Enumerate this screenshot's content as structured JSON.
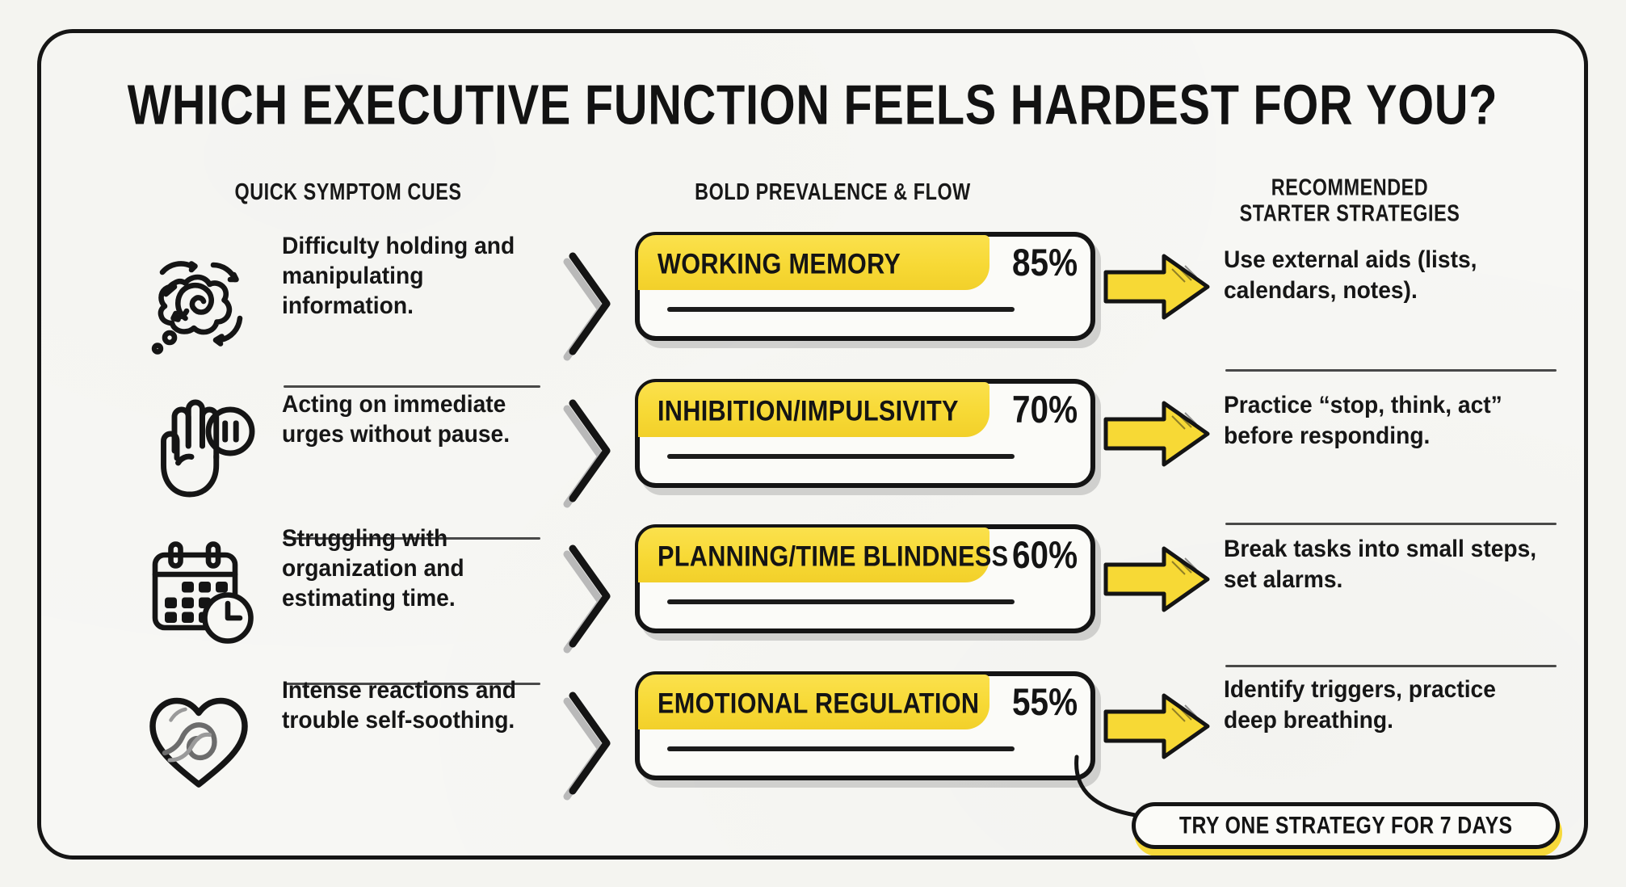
{
  "board": {
    "title": "WHICH EXECUTIVE FUNCTION FEELS HARDEST FOR YOU?",
    "accent_color": "#f6d93a",
    "ink_color": "#141414",
    "paper_color": "#f7f7f4"
  },
  "columns": {
    "cues_header": "QUICK SYMPTOM CUES",
    "prevalence_header": "BOLD PREVALENCE & FLOW",
    "strategies_header_line1": "RECOMMENDED",
    "strategies_header_line2": "STARTER STRATEGIES"
  },
  "chart_data": {
    "type": "bar",
    "title": "WHICH EXECUTIVE FUNCTION FEELS HARDEST FOR YOU?",
    "xlabel": "",
    "ylabel": "",
    "categories": [
      "WORKING MEMORY",
      "INHIBITION/IMPULSIVITY",
      "PLANNING/TIME BLINDNESS",
      "EMOTIONAL REGULATION"
    ],
    "values": [
      85,
      70,
      60,
      55
    ],
    "value_labels": [
      "85%",
      "70%",
      "60%",
      "55%"
    ],
    "unit": "%",
    "orientation": "horizontal",
    "grid": false,
    "legend": "none",
    "xlim": [
      0,
      100
    ]
  },
  "rows": [
    {
      "icon": "thought-cloud-spiral-icon",
      "cue": "Difficulty holding and manipulating information.",
      "label": "WORKING MEMORY",
      "percent_label": "85%",
      "percent_value": 85,
      "fill_ratio": 0.78,
      "strategy": "Use external aids (lists, calendars, notes)."
    },
    {
      "icon": "hand-pause-icon",
      "cue": "Acting on immediate urges without pause.",
      "label": "INHIBITION/IMPULSIVITY",
      "percent_label": "70%",
      "percent_value": 70,
      "fill_ratio": 0.78,
      "strategy": "Practice “stop, think, act” before responding."
    },
    {
      "icon": "calendar-clock-icon",
      "cue": "Struggling with organization and estimating time.",
      "label": "PLANNING/TIME BLINDNESS",
      "percent_label": "60%",
      "percent_value": 60,
      "fill_ratio": 0.78,
      "strategy": "Break tasks into small steps, set alarms."
    },
    {
      "icon": "heart-wave-icon",
      "cue": "Intense reactions and trouble self-soothing.",
      "label": "EMOTIONAL REGULATION",
      "percent_label": "55%",
      "percent_value": 55,
      "fill_ratio": 0.78,
      "strategy": "Identify triggers, practice deep breathing."
    }
  ],
  "cta": {
    "label": "TRY ONE STRATEGY FOR 7 DAYS"
  }
}
